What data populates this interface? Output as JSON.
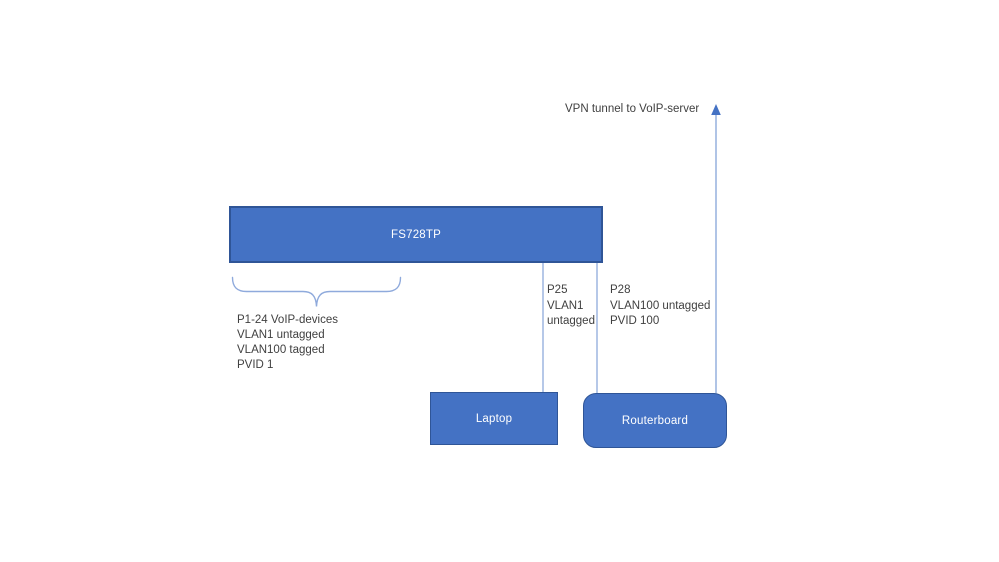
{
  "diagram": {
    "type": "network-topology",
    "colors": {
      "node_fill": "#4472c4",
      "node_border": "#2f5597",
      "node_text": "#ffffff",
      "connector": "#8faadc",
      "arrow_head": "#4472c4",
      "brace": "#8faadc",
      "annotation_text": "#404040",
      "background": "#ffffff"
    },
    "nodes": {
      "switch": {
        "label": "FS728TP"
      },
      "laptop": {
        "label": "Laptop"
      },
      "routerboard": {
        "label": "Routerboard"
      }
    },
    "annotations": {
      "vpn_tunnel": "VPN tunnel to VoIP-server",
      "port_group": {
        "lines": [
          "P1-24 VoIP-devices",
          "VLAN1 untagged",
          "VLAN100 tagged",
          "PVID 1"
        ]
      },
      "p25": {
        "lines": [
          "P25",
          "VLAN1",
          "untagged"
        ]
      },
      "p28": {
        "lines": [
          "P28",
          "VLAN100 untagged",
          "PVID 100"
        ]
      }
    },
    "connections": [
      {
        "from": "switch",
        "to": "laptop",
        "label_ref": "p25"
      },
      {
        "from": "switch",
        "to": "routerboard",
        "label_ref": "p28"
      },
      {
        "from": "routerboard",
        "to": "vpn_tunnel",
        "style": "arrow-up"
      }
    ]
  }
}
